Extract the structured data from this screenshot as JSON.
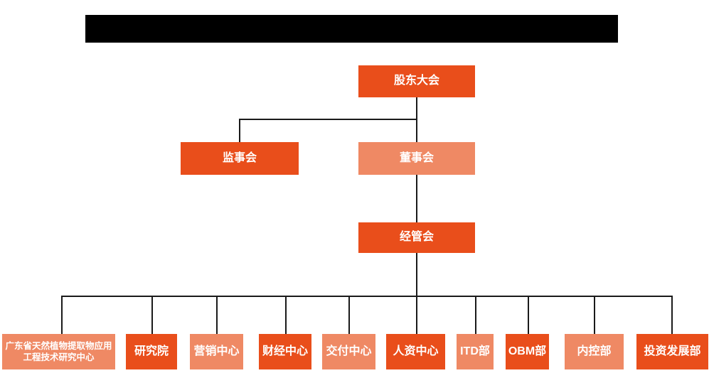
{
  "colors": {
    "node_dark": "#E94E1B",
    "node_light": "#EF8964",
    "connector": "#1a1a1a",
    "redaction_bar": "#000000",
    "node_text": "#ffffff",
    "background": "#ffffff"
  },
  "org": {
    "root": {
      "label": "股东大会",
      "tone": "dark"
    },
    "supervisory": {
      "label": "监事会",
      "tone": "dark"
    },
    "board": {
      "label": "董事会",
      "tone": "light"
    },
    "management": {
      "label": "经管会",
      "tone": "dark"
    },
    "departments": [
      {
        "label": "广东省天然植物提取物应用工程技术研究中心",
        "tone": "light"
      },
      {
        "label": "研究院",
        "tone": "dark"
      },
      {
        "label": "营销中心",
        "tone": "light"
      },
      {
        "label": "财经中心",
        "tone": "dark"
      },
      {
        "label": "交付中心",
        "tone": "light"
      },
      {
        "label": "人资中心",
        "tone": "dark"
      },
      {
        "label": "ITD部",
        "tone": "light"
      },
      {
        "label": "OBM部",
        "tone": "dark"
      },
      {
        "label": "内控部",
        "tone": "light"
      },
      {
        "label": "投资发展部",
        "tone": "dark"
      }
    ]
  }
}
